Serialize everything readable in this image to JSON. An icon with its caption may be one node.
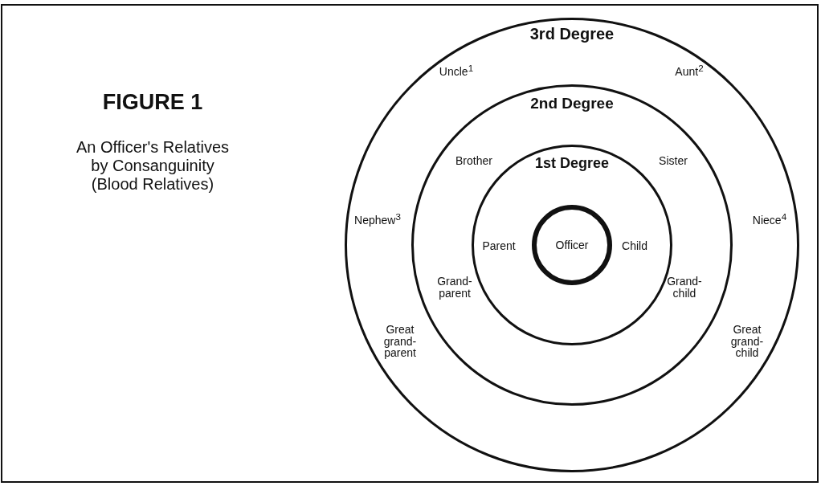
{
  "diagram": {
    "title": "FIGURE 1",
    "caption": "An Officer's Relatives by Consanguinity (Blood Relatives)",
    "nodes": [
      {
        "text": [
          "3rd Degree"
        ]
      },
      {
        "text": [
          "2nd Degree"
        ],
        "in": 0
      },
      {
        "text": [
          "1st Degree"
        ],
        "in": 1
      },
      {
        "text": [
          "Officer"
        ],
        "in": 2
      }
    ],
    "labels": [
      "Uncle$^{1}$",
      "Aunt$^{2}$",
      "Brother",
      "Sister",
      "Nephew$^{3}$",
      "Niece$^{4}$",
      "Parent",
      "Child",
      "Grand-parent",
      "Grand-child",
      "Great grand-parent",
      "Great grand-child"
    ]
  }
}
